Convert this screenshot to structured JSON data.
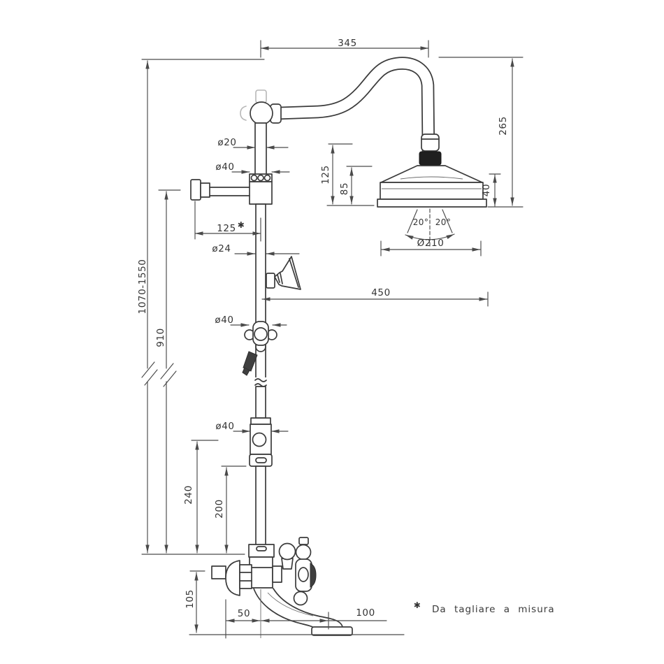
{
  "drawing_title": "shower-column-technical-drawing",
  "labels": {
    "top_span": "345",
    "head_height": "265",
    "head_offset_125": "125",
    "head_offset_85": "85",
    "rim_40": "40",
    "spray_left": "20°",
    "spray_right": "20°",
    "head_dia": "Ø210",
    "pipe_20": "ø20",
    "joint_40": "ø40",
    "wall_125": "125",
    "wall_125_mark": "✱",
    "pipe_24": "ø24",
    "reach_450": "450",
    "cross_40": "ø40",
    "slider_40": "ø40",
    "total_height": "1070-1550",
    "height_910": "910",
    "drop_240": "240",
    "drop_200": "200",
    "spout_105": "105",
    "offset_50": "50",
    "reach_100": "100"
  },
  "note": {
    "marker": "✱",
    "text": "Da tagliare a misura"
  }
}
